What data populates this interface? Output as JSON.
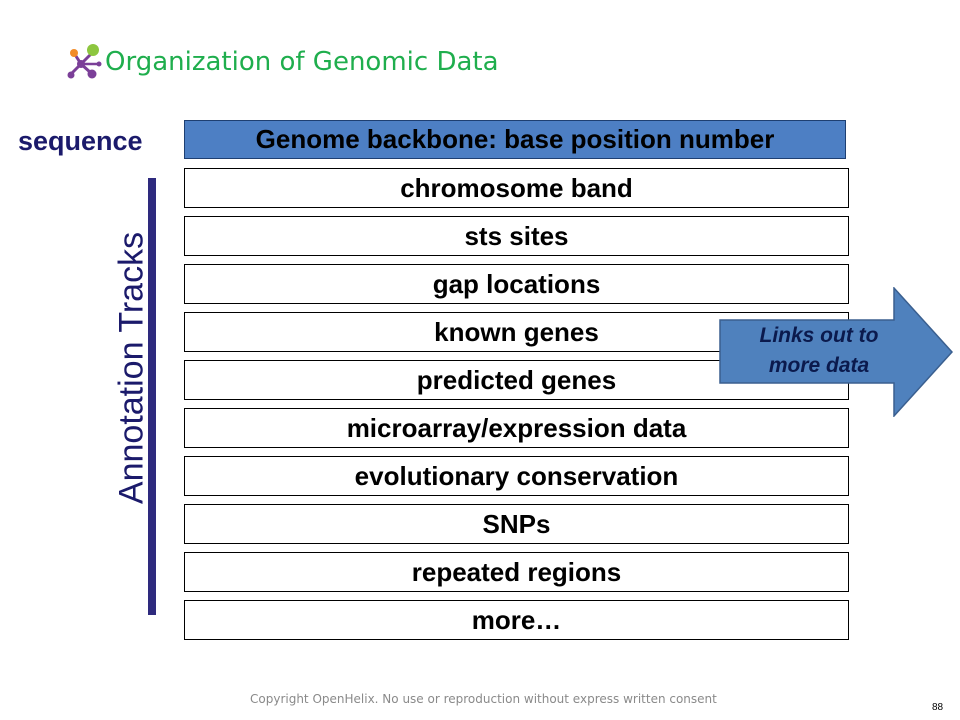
{
  "header": {
    "title": "Organization of Genomic Data"
  },
  "labels": {
    "sequence": "sequence",
    "annotation_tracks": "Annotation Tracks"
  },
  "backbone": {
    "label": "Genome backbone:  base position number"
  },
  "tracks": [
    "chromosome band",
    "sts sites",
    "gap locations",
    "known genes",
    "predicted genes",
    "microarray/expression data",
    "evolutionary conservation",
    "SNPs",
    "repeated regions",
    "more…"
  ],
  "callout": {
    "line1": "Links out to",
    "line2": "more data"
  },
  "footer": {
    "copyright": "Copyright OpenHelix. No use or reproduction without express written consent",
    "page_number": "88"
  },
  "colors": {
    "title": "#1fae4d",
    "backbone_fill": "#4d7fc4",
    "arrow_fill": "#4f81bd",
    "label_navy": "#1b1a6b"
  },
  "icons": {
    "logo": "openhelix-molecule-icon",
    "callout": "right-arrow-icon"
  }
}
